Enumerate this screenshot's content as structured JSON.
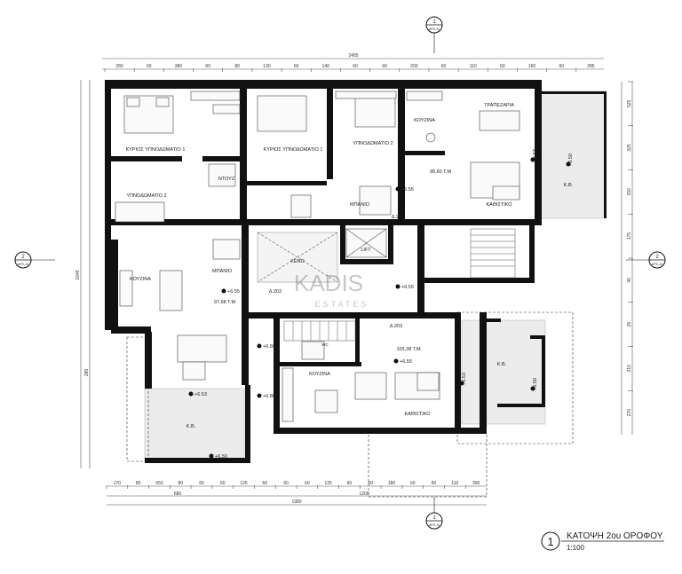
{
  "title_block": {
    "number": "1",
    "title": "ΚΑΤΟΨΗ 2ου ΟΡΟΦΟΥ",
    "scale": "1:100"
  },
  "section_markers": [
    {
      "num": "1",
      "ref": "ΑΡΧ-11"
    },
    {
      "num": "1",
      "ref": "ΑΡΧ-11"
    },
    {
      "num": "2",
      "ref": "ΑΡΧ-12"
    },
    {
      "num": "2",
      "ref": "ΑΡΧ-12"
    }
  ],
  "watermark": {
    "brand": "KADIS",
    "sub": "ESTATES"
  },
  "dimensions": {
    "top_total": "2405",
    "top_segments": [
      "280",
      "60",
      "380",
      "60",
      "80",
      "130",
      "60",
      "140",
      "60",
      "60",
      "200",
      "60",
      "110",
      "60",
      "160",
      "60",
      "285"
    ],
    "bottom_total": "1980",
    "bottom_left": "680",
    "bottom_right": "1200",
    "bottom_segments": [
      "170",
      "80",
      "550",
      "80",
      "60",
      "60",
      "125",
      "60",
      "60",
      "60",
      "125",
      "60",
      "60",
      "180",
      "60",
      "60",
      "110",
      "300"
    ],
    "left_total": "1645",
    "left_sub": "285",
    "right_segments": [
      "525",
      "325",
      "150",
      "175",
      "45",
      "25",
      "310",
      "270"
    ]
  },
  "rooms": [
    {
      "label": "ΚΥΡΙΟΣ ΥΠΝΟΔΩΜΑΤΙΟ 1"
    },
    {
      "label": "ΥΠΝΟΔΩΜΑΤΙΟ 2"
    },
    {
      "label": "ΝΤΟΥΖ"
    },
    {
      "label": "ΚΥΡΙΟΣ ΥΠΝΟΔΩΜΑΤΙΟ 1"
    },
    {
      "label": "ΥΠΝΟΔΩΜΑΤΙΟ 2"
    },
    {
      "label": "ΚΟΥΖΙΝΑ"
    },
    {
      "label": "ΤΡΑΠΕΖΑΡΙΑ"
    },
    {
      "label": "ΚΑΘΙΣΤΙΚΟ"
    },
    {
      "label": "ΜΠΑΝΙΟ"
    },
    {
      "label": "ΜΠΑΝΙΟ"
    },
    {
      "label": "LIFT"
    },
    {
      "label": "ΚΕΝΟ"
    },
    {
      "label": "ΚΟΥΖΙΝΑ"
    },
    {
      "label": "ΚΟΥΖΙΝΑ"
    },
    {
      "label": "ΚΑΘΙΣΤΙΚΟ"
    },
    {
      "label": "Κ.Β."
    },
    {
      "label": "Κ.Β."
    },
    {
      "label": "Κ.Β."
    },
    {
      "label": "WC"
    }
  ],
  "apartments": [
    {
      "id": "Δ.201",
      "area": "95,60 Τ.Μ"
    },
    {
      "id": "Δ.202",
      "area": "97,68 Τ.Μ"
    },
    {
      "id": "Δ.203",
      "area": "103,38 Τ.Μ"
    }
  ],
  "levels": [
    "+6.55",
    "+6.50",
    "+6.53",
    "+6.60",
    "+6.80"
  ],
  "colors": {
    "wall": "#111111",
    "hatch": "#ececec",
    "ink": "#222222"
  }
}
